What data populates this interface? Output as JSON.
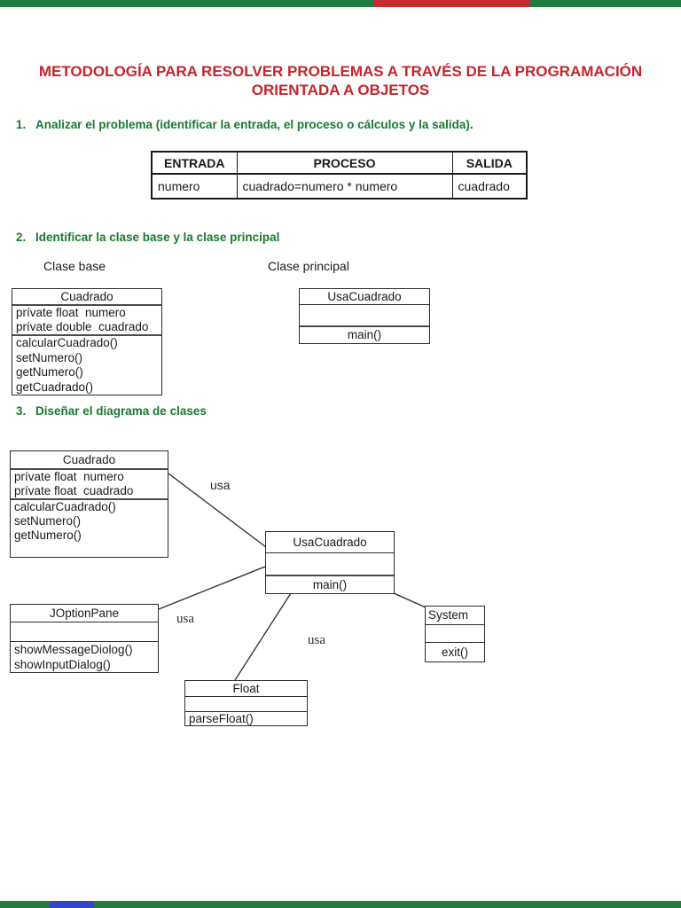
{
  "edge_strips": {
    "top_segments": [
      {
        "color": "#1e7d3f"
      },
      {
        "color": "#c32b31"
      },
      {
        "color": "#1e7d3f"
      }
    ],
    "bottom_segments": [
      {
        "color": "#1e7d3f"
      },
      {
        "color": "#3349c8"
      },
      {
        "color": "#1e7d3f"
      }
    ]
  },
  "title": {
    "line1": "METODOLOGÍA PARA RESOLVER PROBLEMAS A TRAVÉS DE LA PROGRAMACIÓN",
    "line2": "ORIENTADA A OBJETOS",
    "color": "#c5242b"
  },
  "headings": {
    "color": "#177a2e",
    "h1": {
      "number": "1.",
      "text": "Analizar el problema (identificar la entrada, el proceso o cálculos y la salida)."
    },
    "h2": {
      "number": "2.",
      "text": "Identificar la clase base y la clase principal"
    },
    "h3": {
      "number": "3.",
      "text": "Diseñar el diagrama de clases"
    }
  },
  "table": {
    "headers": [
      "ENTRADA",
      "PROCESO",
      "SALIDA"
    ],
    "rows": [
      [
        "numero",
        "cuadrado=numero * numero",
        "cuadrado"
      ]
    ]
  },
  "section2": {
    "clase_base_label": "Clase base",
    "clase_principal_label": "Clase principal"
  },
  "boxes": {
    "sec2_cuadrado": {
      "title": "Cuadrado",
      "attrs": [
        "prívate float  numero",
        "prívate double  cuadrado"
      ],
      "methods": [
        "calcularCuadrado()",
        "setNumero()",
        "getNumero()",
        "getCuadrado()"
      ]
    },
    "sec2_usacuadrado": {
      "title": "UsaCuadrado",
      "methods": [
        "main()"
      ]
    },
    "dia_cuadrado": {
      "title": "Cuadrado",
      "attrs": [
        "prívate float  numero",
        "prívate float  cuadrado"
      ],
      "methods": [
        "calcularCuadrado()",
        "setNumero()",
        "getNumero()"
      ]
    },
    "dia_usacuadrado": {
      "title": "UsaCuadrado",
      "methods": [
        "main()"
      ]
    },
    "dia_joptionpane": {
      "title": "JOptionPane",
      "methods": [
        "showMessageDiolog()",
        "showInputDialog()"
      ]
    },
    "dia_system": {
      "title": "System",
      "methods": [
        "exit()"
      ]
    },
    "dia_float": {
      "title": "Float",
      "methods": [
        "parseFloat()"
      ]
    }
  },
  "diagram": {
    "usa_labels": [
      "usa",
      "usa",
      "usa"
    ]
  }
}
